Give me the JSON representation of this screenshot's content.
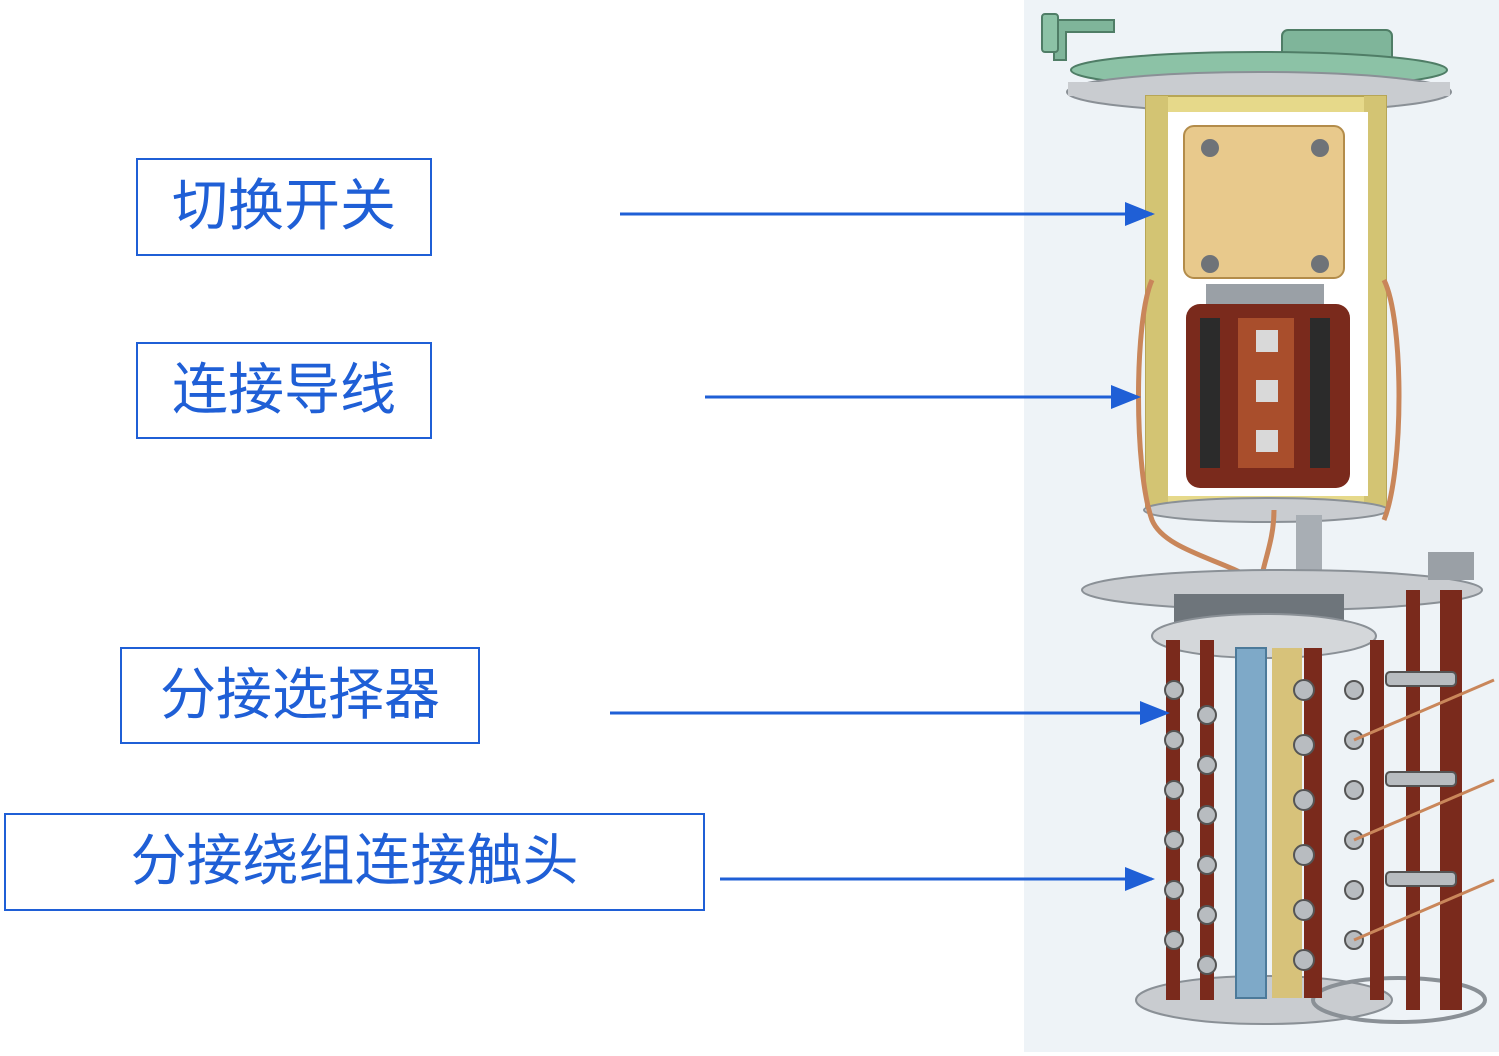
{
  "labels": [
    {
      "id": "switch",
      "text": "切换开关"
    },
    {
      "id": "lead",
      "text": "连接导线"
    },
    {
      "id": "selector",
      "text": "分接选择器"
    },
    {
      "id": "contacts",
      "text": "分接绕组连接触头"
    }
  ],
  "colors": {
    "label_text": "#1f5fd6",
    "arrow": "#1f5fd6",
    "panel_bg": "#eef3f7",
    "tank_green": "#7fb59a",
    "cylinder_yellow": "#e6d98a",
    "contact_brown": "#7a2a1c",
    "metal_gray": "#a8aeb4"
  }
}
